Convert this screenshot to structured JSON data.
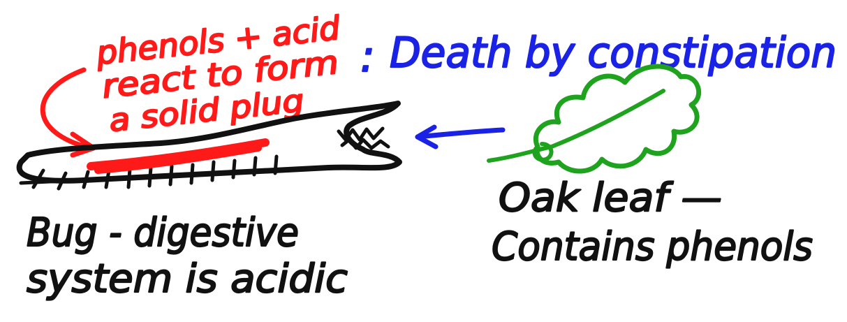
{
  "title": "Death by constipation",
  "title_separator": ":",
  "red_note": {
    "line1": "phenols + acid",
    "line2": "react to form",
    "line3": "a solid plug"
  },
  "bug_label": {
    "line1": "Bug - digestive",
    "line2": "system is acidic"
  },
  "leaf_label": {
    "line1": "Oak leaf —",
    "line2": "Contains phenols"
  },
  "colors": {
    "red": "#ff1a1a",
    "blue": "#1a22e6",
    "green": "#1fa31f",
    "black": "#111111"
  },
  "icons": {
    "bug": "bug-gut-drawing",
    "leaf": "oak-leaf-drawing",
    "plug": "solid-plug-scribble"
  }
}
